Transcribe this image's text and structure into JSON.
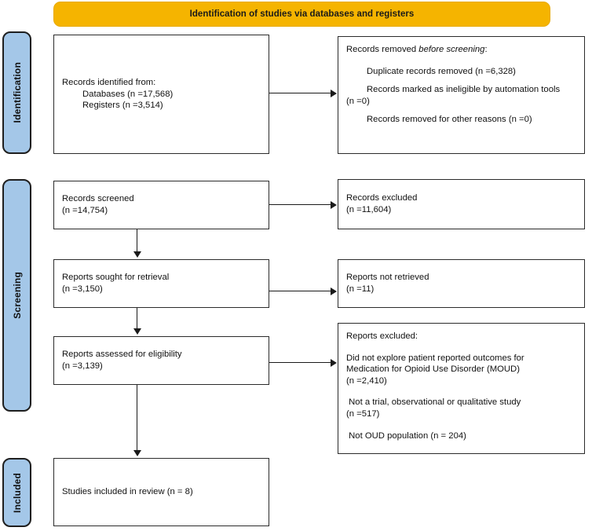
{
  "banner": {
    "title": "Identification of studies via databases and registers",
    "color": "#F5B400"
  },
  "stages": {
    "identification": "Identification",
    "screening": "Screening",
    "included": "Included",
    "color": "#A4C7E8"
  },
  "boxes": {
    "records_identified": {
      "name": "Records identified from:",
      "databases": "Databases (n =17,568)",
      "registers": "Registers (n =3,514)"
    },
    "records_removed": {
      "heading_pre": "Records removed ",
      "heading_em": "before screening",
      "heading_post": ":",
      "duplicate": "Duplicate records removed (n =6,328)",
      "automation": "Records marked as ineligible by automation tools",
      "automation_n": "(n =0)",
      "other": "Records removed for other reasons (n =0)"
    },
    "records_screened": {
      "label": "Records screened",
      "count": "(n =14,754)"
    },
    "records_excluded": {
      "label": "Records excluded",
      "count": "(n =11,604)"
    },
    "reports_sought": {
      "label": "Reports sought for retrieval",
      "count": "(n =3,150)"
    },
    "reports_not_retrieved": {
      "label": "Reports not retrieved",
      "count": "(n =11)"
    },
    "reports_assessed": {
      "label": "Reports assessed for eligibility",
      "count": "(n =3,139)"
    },
    "reports_excluded": {
      "heading": "Reports excluded:",
      "reason1_line1": "Did not explore patient reported outcomes for",
      "reason1_line2": "Medication for Opioid Use Disorder (MOUD)",
      "reason1_n": "(n =2,410)",
      "reason2_line1": " Not a trial, observational or qualitative study",
      "reason2_n": "(n =517)",
      "reason3": " Not OUD population (n = 204)"
    },
    "studies_included": {
      "label": "Studies included in review (n = 8)"
    }
  }
}
